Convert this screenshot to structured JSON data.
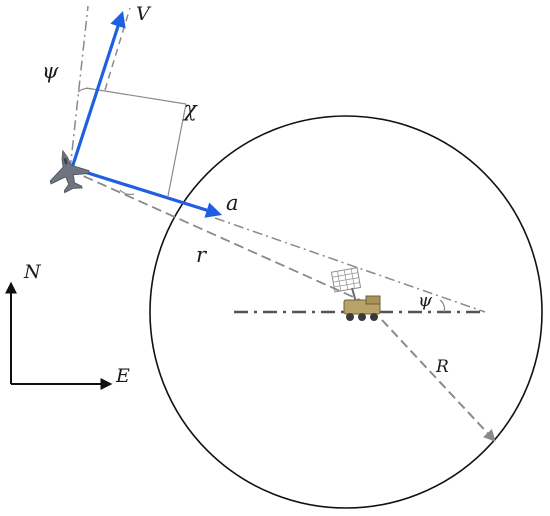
{
  "labels": {
    "velocity": "V",
    "heading_angle": "ψ",
    "chi": "χ",
    "acceleration": "a",
    "range": "r",
    "los_angle": "ψ",
    "radius": "R",
    "north": "N",
    "east": "E"
  },
  "icons": {
    "aircraft": "fighter-jet-icon",
    "radar": "radar-vehicle-icon"
  },
  "colors": {
    "vector": "#1f5fe0",
    "dashed": "#8a8a8a",
    "dark_dashed": "#555555",
    "line": "#1a1a1a"
  }
}
